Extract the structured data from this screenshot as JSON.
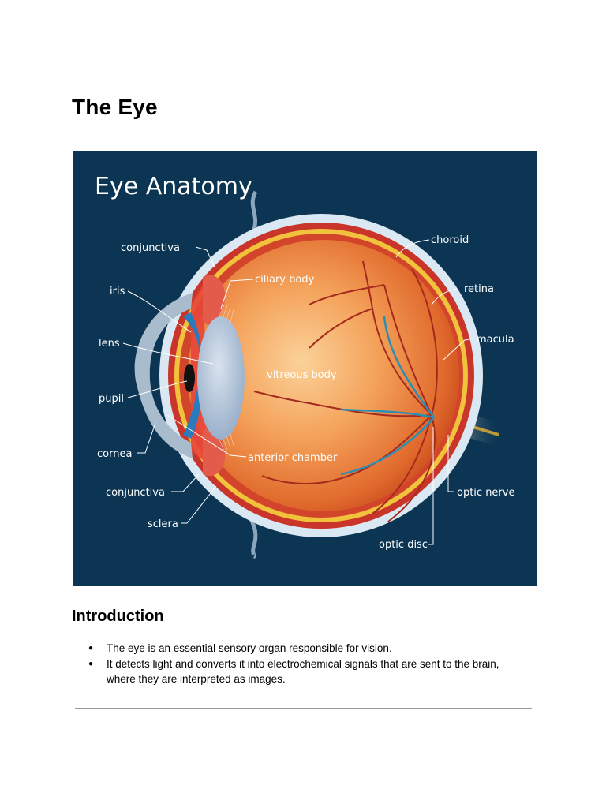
{
  "doc": {
    "title": "The Eye",
    "section_heading": "Introduction",
    "bullets": [
      "The eye is an essential sensory organ responsible for vision.",
      "It detects light and converts it into electrochemical signals that are sent to the brain, where they are interpreted as images."
    ]
  },
  "figure": {
    "title": "Eye Anatomy",
    "background_color": "#0b3553",
    "labels": {
      "conjunctiva_top": "conjunctiva",
      "iris": "iris",
      "lens": "lens",
      "pupil": "pupil",
      "cornea": "cornea",
      "conjunctiva_bottom": "conjunctiva",
      "sclera": "sclera",
      "ciliary_body": "ciliary body",
      "vitreous_body": "vitreous body",
      "anterior_chamber": "anterior chamber",
      "choroid": "choroid",
      "retina": "retina",
      "macula": "macula",
      "optic_nerve": "optic nerve",
      "optic_disc": "optic disc"
    }
  }
}
